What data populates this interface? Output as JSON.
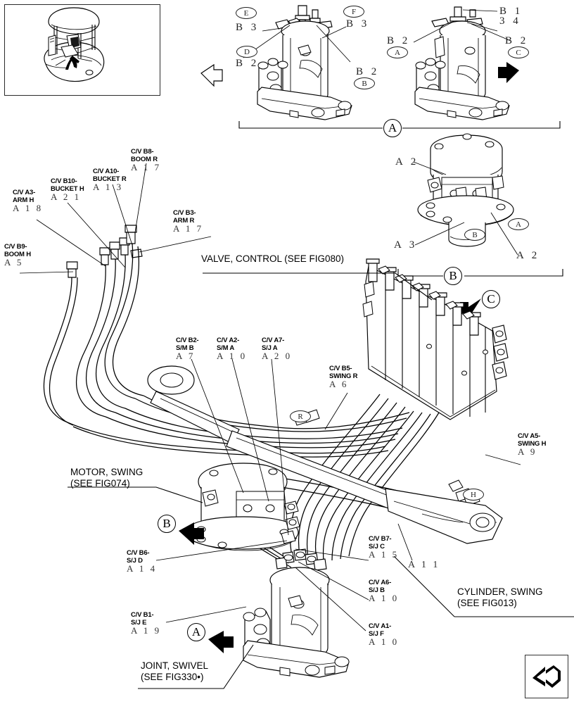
{
  "document": {
    "type": "hydraulic-parts-diagram",
    "title_blocks": [
      {
        "id": "valve_control",
        "text1": "VALVE, CONTROL (SEE FIG080)"
      },
      {
        "id": "motor_swing",
        "text1": "MOTOR, SWING",
        "text2": "(SEE FIG074)"
      },
      {
        "id": "cylinder_swing",
        "text1": "CYLINDER, SWING",
        "text2": "(SEE FIG013)"
      },
      {
        "id": "joint_swivel",
        "text1": "JOINT, SWIVEL",
        "text2": "(SEE FIG330•)"
      }
    ]
  },
  "cv_labels": [
    {
      "id": "b9",
      "line1": "C/V B9-",
      "line2": "BOOM H",
      "ref": "A 5"
    },
    {
      "id": "a3",
      "line1": "C/V A3-",
      "line2": "ARM H",
      "ref": "A 1 8"
    },
    {
      "id": "b10",
      "line1": "C/V B10-",
      "line2": "BUCKET H",
      "ref": "A 2 1"
    },
    {
      "id": "a10b",
      "line1": "C/V A10-",
      "line2": "BUCKET R",
      "ref": "A 1 3"
    },
    {
      "id": "b8",
      "line1": "C/V B8-",
      "line2": "BOOM R",
      "ref": "A 1 7"
    },
    {
      "id": "b3",
      "line1": "C/V B3-",
      "line2": "ARM R",
      "ref": "A 1 7"
    },
    {
      "id": "b2",
      "line1": "C/V B2-",
      "line2": "S/M B",
      "ref": "A 7"
    },
    {
      "id": "a2",
      "line1": "C/V A2-",
      "line2": "S/M A",
      "ref": "A 1 0"
    },
    {
      "id": "a7",
      "line1": "C/V A7-",
      "line2": "S/J A",
      "ref": "A 2 0"
    },
    {
      "id": "b5",
      "line1": "C/V B5-",
      "line2": "SWING R",
      "ref": "A 6"
    },
    {
      "id": "a5",
      "line1": "C/V A5-",
      "line2": "SWING H",
      "ref": "A 9"
    },
    {
      "id": "b6",
      "line1": "C/V B6-",
      "line2": "S/J D",
      "ref": "A 1 4"
    },
    {
      "id": "b7",
      "line1": "C/V B7-",
      "line2": "S/J C",
      "ref": "A 1 5"
    },
    {
      "id": "a6",
      "line1": "C/V A6-",
      "line2": "S/J B",
      "ref": "A 1 0"
    },
    {
      "id": "b1",
      "line1": "C/V B1-",
      "line2": "S/J E",
      "ref": "A 1 9"
    },
    {
      "id": "a1",
      "line1": "C/V A1-",
      "line2": "S/J F",
      "ref": "A 1 0"
    }
  ],
  "loose_refs": [
    {
      "id": "a11",
      "ref": "A 1 1"
    }
  ],
  "detail_refs": [
    {
      "id": "b3_left",
      "ref": "B 3"
    },
    {
      "id": "b2_left_d",
      "ref": "B 2"
    },
    {
      "id": "b3_mid",
      "ref": "B 3"
    },
    {
      "id": "b2_mid",
      "ref": "B 2"
    },
    {
      "id": "b1_right",
      "ref": "B 1"
    },
    {
      "id": "n34_right",
      "ref": "3 4"
    },
    {
      "id": "b2_rl",
      "ref": "B 2"
    },
    {
      "id": "b2_rr",
      "ref": "B 2"
    },
    {
      "id": "a2_top",
      "ref": "A 2"
    },
    {
      "id": "a3_mid",
      "ref": "A 3"
    },
    {
      "id": "a2_bot",
      "ref": "A 2"
    }
  ],
  "markers": {
    "circles": [
      {
        "id": "A_group",
        "letter": "A"
      },
      {
        "id": "B_group",
        "letter": "B"
      },
      {
        "id": "C_group",
        "letter": "C"
      },
      {
        "id": "B_motor",
        "letter": "B"
      },
      {
        "id": "A_joint",
        "letter": "A"
      }
    ],
    "ovals": [
      {
        "id": "oval_E",
        "letter": "E"
      },
      {
        "id": "oval_F",
        "letter": "F"
      },
      {
        "id": "oval_D",
        "letter": "D"
      },
      {
        "id": "oval_B",
        "letter": "B"
      },
      {
        "id": "oval_A",
        "letter": "A"
      },
      {
        "id": "oval_C",
        "letter": "C"
      },
      {
        "id": "oval_Am",
        "letter": "A"
      },
      {
        "id": "oval_Bm",
        "letter": "B"
      },
      {
        "id": "oval_R",
        "letter": "R"
      },
      {
        "id": "oval_H",
        "letter": "H"
      }
    ]
  },
  "colors": {
    "line": "#000000",
    "fill": "#ffffff",
    "ref_text": "#333333"
  }
}
